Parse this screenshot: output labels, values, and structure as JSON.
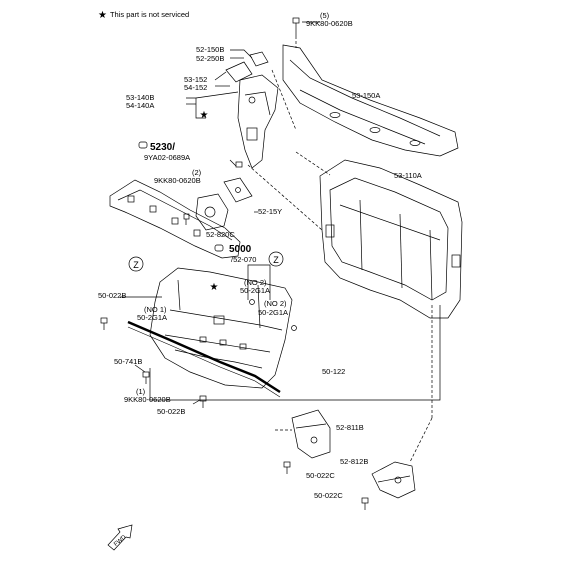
{
  "note": {
    "star": "★",
    "text": "This part is not serviced"
  },
  "labels": {
    "p5": "(5)",
    "p9kk_top": "9KK80-0620B",
    "p52150b": "52-150B",
    "p52250b": "52-250B",
    "p53152": "53-152",
    "p54152": "54-152",
    "p53140b": "53-140B",
    "p54140a": "54-140A",
    "p53150a": "53-150A",
    "p5230": "5230/",
    "p9ya02": "9YA02-0689A",
    "p9kk_mid": "9KK80-0620B",
    "p2": "(2)",
    "p5215y": "52-15Y",
    "p53110a": "53-110A",
    "p52820c": "52-820C",
    "p5000": "5000",
    "p52070": "/52-070",
    "pno2a": "(NO 2)",
    "p502g1a_a": "50-2G1A",
    "pno2b": "(NO 2)",
    "p502g1a_b": "50-2G1A",
    "p50022b_top": "50-022B",
    "pno1": "(NO 1)",
    "p502g1a_c": "50-2G1A",
    "p50741b": "50-741B",
    "p1": "(1)",
    "p9kk_bot": "9KK80-0620B",
    "p50022b_bot": "50-022B",
    "p50122": "50-122",
    "p52811b": "52-811B",
    "p52812b": "52-812B",
    "p50022c_a": "50-022C",
    "p50022c_b": "50-022C",
    "z1": "Z",
    "z2": "Z",
    "fwd": "FWD",
    "star_a": "★",
    "star_b": "★"
  }
}
